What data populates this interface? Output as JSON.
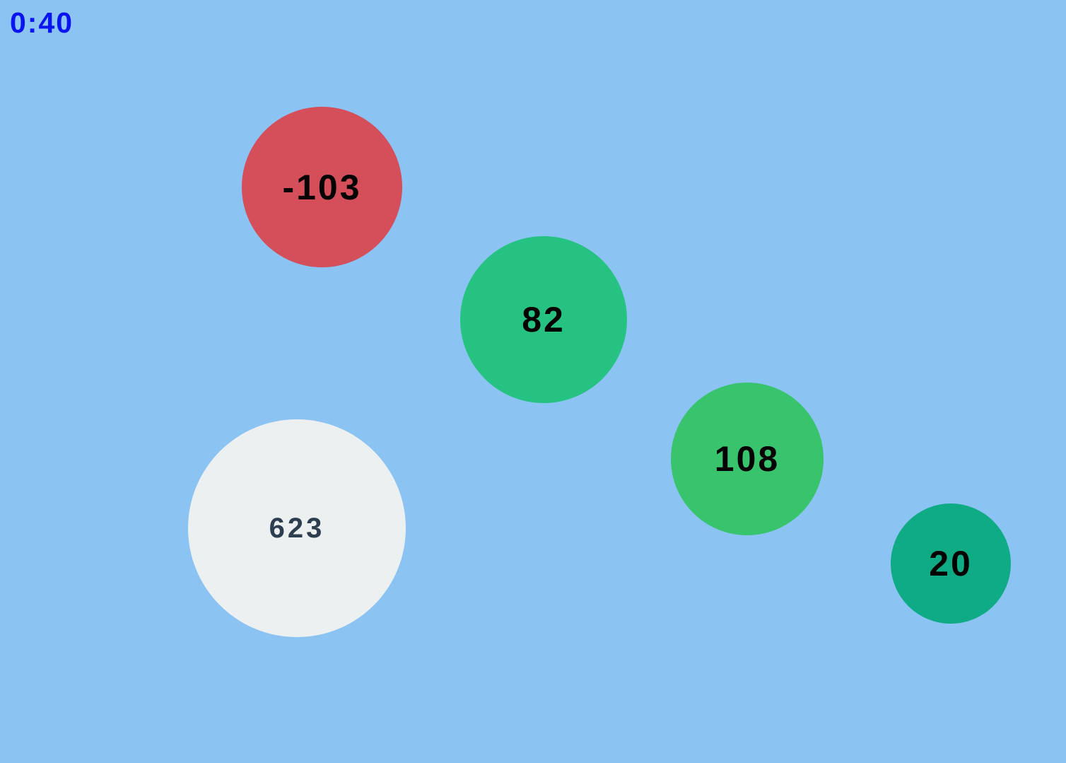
{
  "hud": {
    "timer": "0:40"
  },
  "player": {
    "value": "623",
    "color": "#ecf0f1",
    "text_color": "#2c3e50"
  },
  "bubbles": [
    {
      "value": "-103",
      "color": "#d44f5a"
    },
    {
      "value": "82",
      "color": "#26c281"
    },
    {
      "value": "108",
      "color": "#38c36d"
    },
    {
      "value": "20",
      "color": "#0eab84"
    }
  ],
  "colors": {
    "background": "#8bc3f3",
    "timer": "#0a14f0"
  }
}
